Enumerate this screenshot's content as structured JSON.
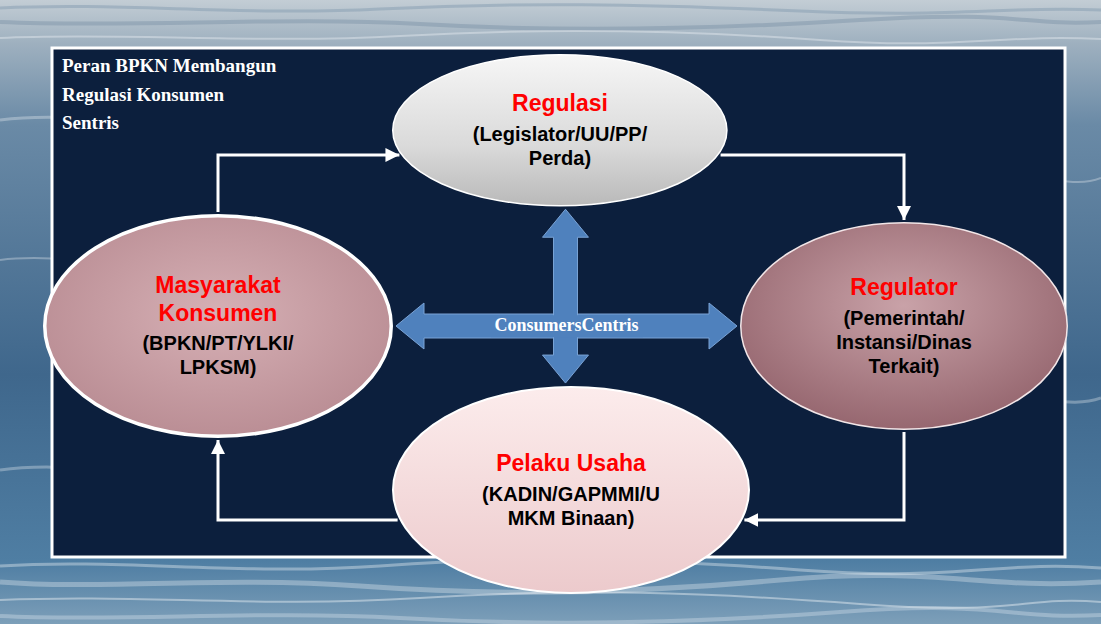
{
  "diagram": {
    "title": "Peran BPKN Membangun Regulasi Konsumen Sentris",
    "nodes": [
      {
        "text": [
          "Regulasi",
          "(Legislator/UU/PP/ Perda)"
        ]
      },
      {
        "text": [
          "Masyarakat Konsumen",
          "(BPKN/PT/YLKI/ LPKSM)"
        ]
      },
      {
        "text": [
          "Regulator",
          "(Pemerintah/ Instansi/Dinas Terkait)"
        ]
      },
      {
        "text": [
          "Pelaku Usaha",
          "(KADIN/GAPMMI/U MKM Binaan)"
        ]
      }
    ],
    "edges": [
      {
        "from": 1,
        "to": 0,
        "arrow": "to"
      },
      {
        "from": 0,
        "to": 2,
        "arrow": "to"
      },
      {
        "from": 2,
        "to": 3,
        "arrow": "to"
      },
      {
        "from": 3,
        "to": 1,
        "arrow": "to"
      },
      {
        "from": 1,
        "to": 2,
        "arrow": "both",
        "label": "ConsumersCentris"
      },
      {
        "from": 0,
        "to": 3,
        "arrow": "both"
      }
    ]
  }
}
